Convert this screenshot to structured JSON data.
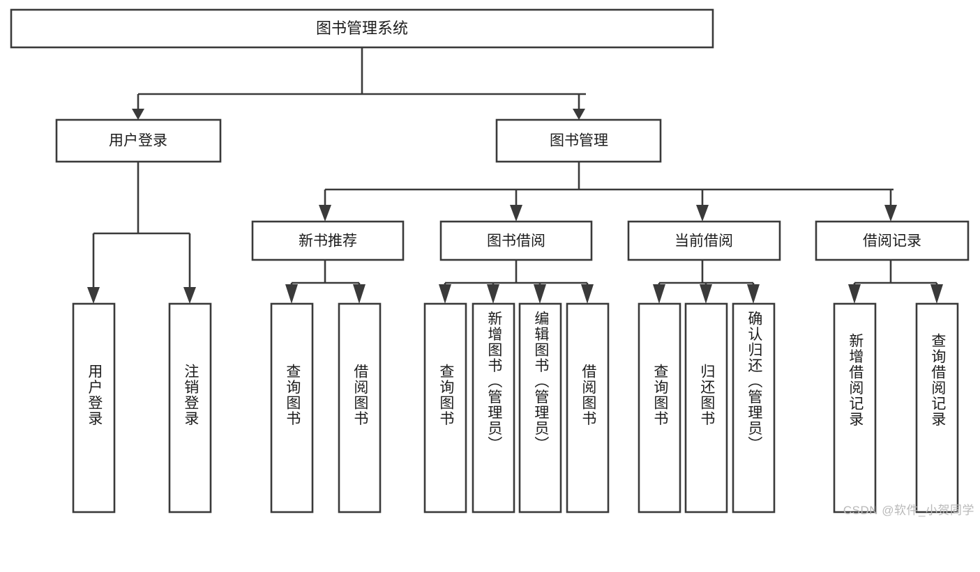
{
  "diagram": {
    "type": "tree-hierarchy",
    "title": "图书管理系统",
    "root": {
      "label": "图书管理系统"
    },
    "level2": [
      {
        "id": "user-login",
        "label": "用户登录"
      },
      {
        "id": "book-manage",
        "label": "图书管理"
      }
    ],
    "level3": [
      {
        "id": "new-book-rec",
        "label": "新书推荐",
        "parent": "book-manage"
      },
      {
        "id": "book-borrow",
        "label": "图书借阅",
        "parent": "book-manage"
      },
      {
        "id": "current-borrow",
        "label": "当前借阅",
        "parent": "book-manage"
      },
      {
        "id": "borrow-record",
        "label": "借阅记录",
        "parent": "book-manage"
      }
    ],
    "leaves": {
      "user-login": [
        {
          "id": "leaf-user-login",
          "label": "用户登录"
        },
        {
          "id": "leaf-user-logout",
          "label": "注销登录"
        }
      ],
      "new-book-rec": [
        {
          "id": "leaf-query-book-1",
          "label": "查询图书"
        },
        {
          "id": "leaf-borrow-book-1",
          "label": "借阅图书"
        }
      ],
      "book-borrow": [
        {
          "id": "leaf-query-book-2",
          "label": "查询图书"
        },
        {
          "id": "leaf-add-book",
          "label": "新增图书（管理员）"
        },
        {
          "id": "leaf-edit-book",
          "label": "编辑图书（管理员）"
        },
        {
          "id": "leaf-borrow-book-2",
          "label": "借阅图书"
        }
      ],
      "current-borrow": [
        {
          "id": "leaf-query-book-3",
          "label": "查询图书"
        },
        {
          "id": "leaf-return-book",
          "label": "归还图书"
        },
        {
          "id": "leaf-confirm-return",
          "label": "确认归还（管理员）"
        }
      ],
      "borrow-record": [
        {
          "id": "leaf-add-record",
          "label": "新增借阅记录"
        },
        {
          "id": "leaf-query-record",
          "label": "查询借阅记录"
        }
      ]
    },
    "colors": {
      "stroke": "#3a3a3a",
      "fill": "#ffffff",
      "text": "#1c1c1c",
      "watermark": "#b9b9b9"
    }
  },
  "watermark": {
    "text": "CSDN @软件_小贺同学"
  }
}
